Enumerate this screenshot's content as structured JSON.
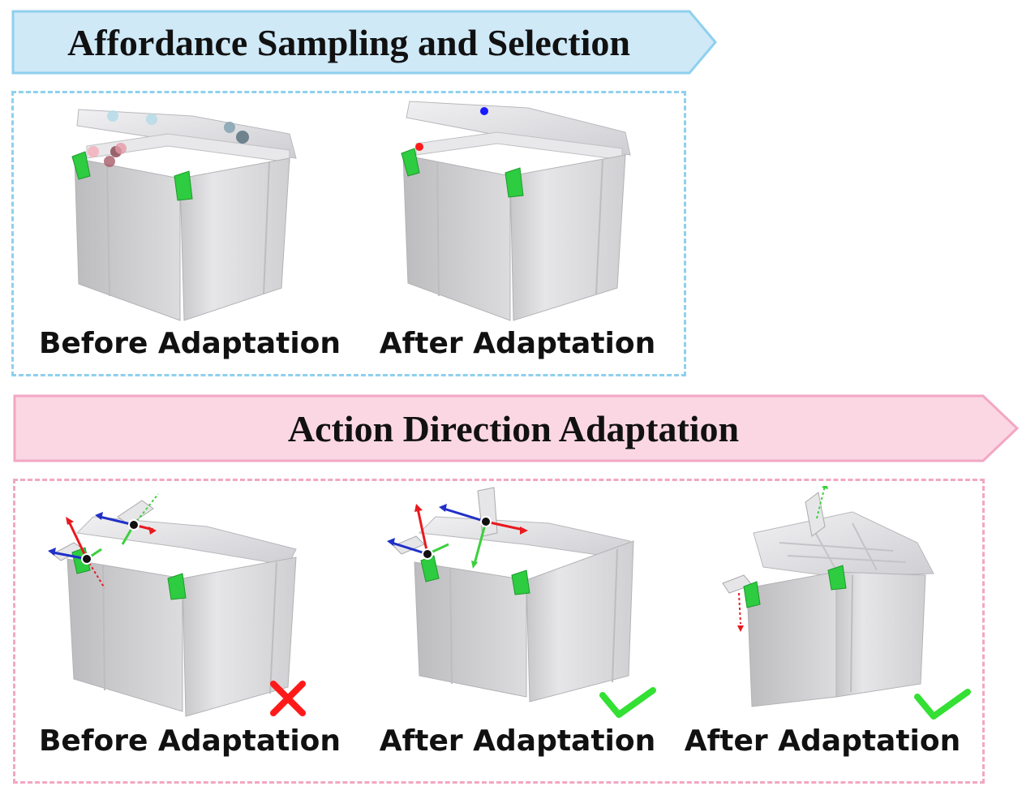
{
  "sections": {
    "top": {
      "title": "Affordance Sampling and Selection",
      "banner_color": "#cfe9f7",
      "border_color": "#8fd0ee",
      "captions": [
        "Before Adaptation",
        "After Adaptation"
      ]
    },
    "bottom": {
      "title": "Action Direction Adaptation",
      "banner_color": "#fbd7e4",
      "border_color": "#f2a7c3",
      "captions": [
        "Before Adaptation",
        "After Adaptation",
        "After Adaptation"
      ],
      "marks": [
        "cross-icon",
        "check-icon",
        "check-icon"
      ]
    }
  },
  "colors": {
    "box_body": "#d9d9db",
    "handle": "#2ecc40",
    "cross": "#ff1a1a",
    "check": "#33e033",
    "arrow_red": "#e8191e",
    "arrow_blue": "#2030c8",
    "arrow_green": "#3cd03c"
  }
}
